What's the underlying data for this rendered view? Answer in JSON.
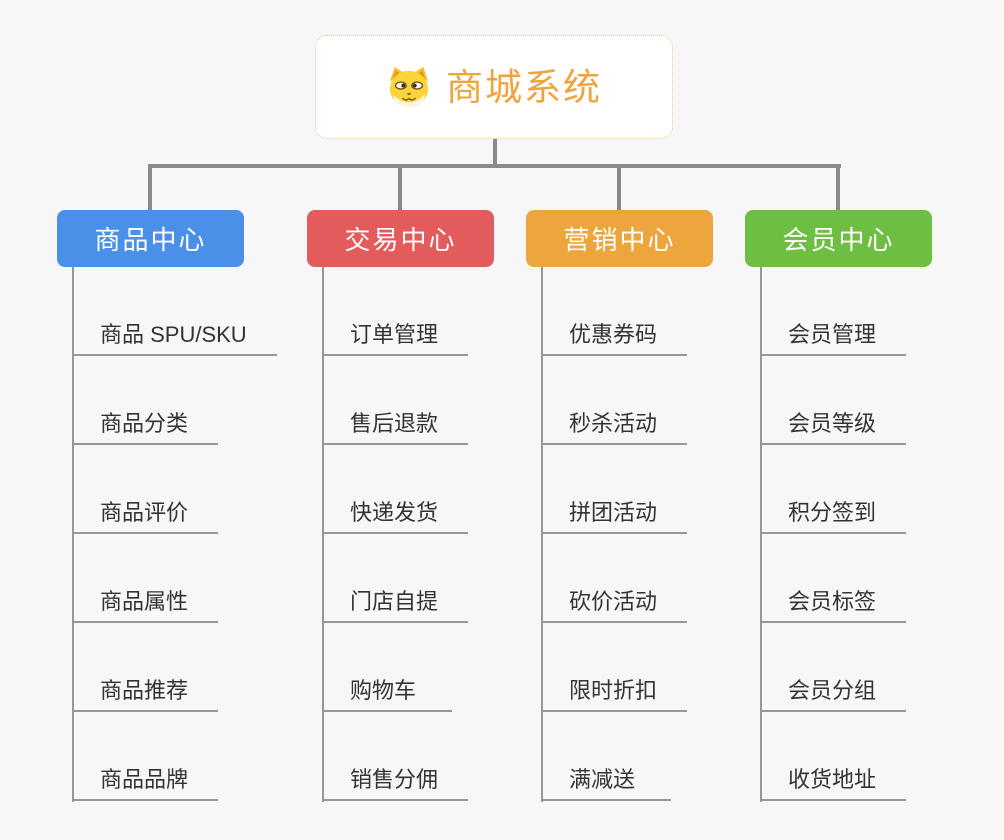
{
  "root": {
    "title": "商城系统",
    "title_color": "#efa43e",
    "icon": "dog-face-icon",
    "border_color": "#f3c380"
  },
  "branches": [
    {
      "label": "商品中心",
      "color": "#4b90e8",
      "items": [
        "商品 SPU/SKU",
        "商品分类",
        "商品评价",
        "商品属性",
        "商品推荐",
        "商品品牌"
      ]
    },
    {
      "label": "交易中心",
      "color": "#e45b5b",
      "items": [
        "订单管理",
        "售后退款",
        "快递发货",
        "门店自提",
        "购物车",
        "销售分佣"
      ]
    },
    {
      "label": "营销中心",
      "color": "#eda63d",
      "items": [
        "优惠券码",
        "秒杀活动",
        "拼团活动",
        "砍价活动",
        "限时折扣",
        "满减送"
      ]
    },
    {
      "label": "会员中心",
      "color": "#6ebe43",
      "items": [
        "会员管理",
        "会员等级",
        "积分签到",
        "会员标签",
        "会员分组",
        "收货地址"
      ]
    }
  ],
  "colors": {
    "background": "#f7f7f7",
    "connector": "#8a8a8a",
    "sub_connector": "#979797",
    "item_text": "#333333"
  }
}
